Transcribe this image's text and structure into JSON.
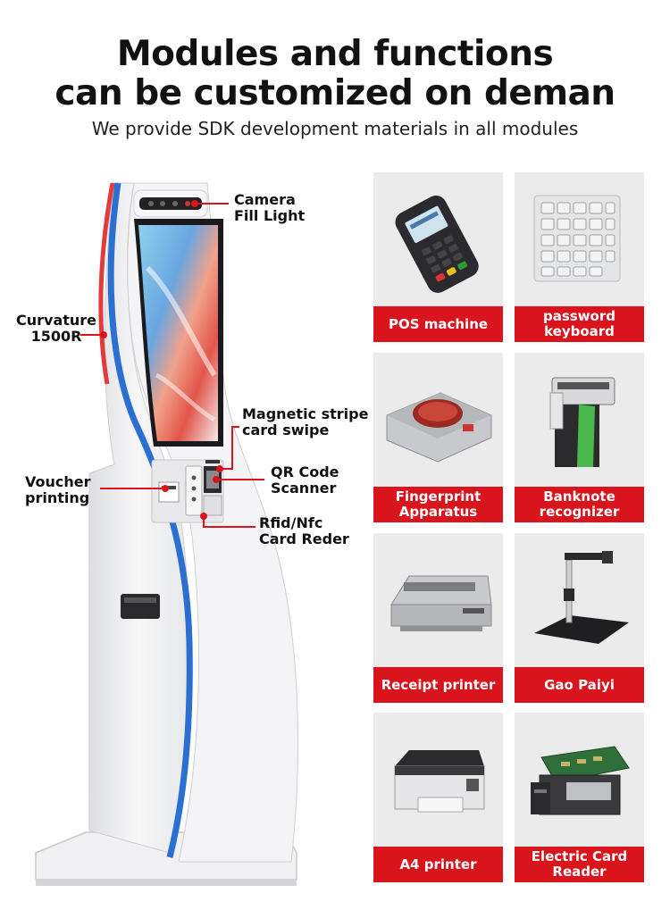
{
  "header": {
    "title_line1": "Modules and functions",
    "title_line2": "can be customized on deman",
    "subtitle": "We provide SDK development materials in all modules"
  },
  "callouts": {
    "camera": "Camera",
    "fill_light": "Fill Light",
    "curvature": "Curvature",
    "curvature_value": "1500R",
    "magnetic_line1": "Magnetic stripe",
    "magnetic_line2": "card swipe",
    "voucher_line1": "Voucher",
    "voucher_line2": "printing",
    "qr_line1": "QR Code",
    "qr_line2": "Scanner",
    "rfid_line1": "Rfid/Nfc",
    "rfid_line2": "Card Reder"
  },
  "modules": [
    {
      "label_line1": "POS machine",
      "label_line2": "",
      "icon": "pos-machine-icon"
    },
    {
      "label_line1": "password",
      "label_line2": "keyboard",
      "icon": "keypad-icon"
    },
    {
      "label_line1": "Fingerprint",
      "label_line2": "Apparatus",
      "icon": "fingerprint-reader-icon"
    },
    {
      "label_line1": "Banknote",
      "label_line2": "recognizer",
      "icon": "banknote-recognizer-icon"
    },
    {
      "label_line1": "Receipt printer",
      "label_line2": "",
      "icon": "receipt-printer-icon"
    },
    {
      "label_line1": "Gao Paiyi",
      "label_line2": "",
      "icon": "document-camera-icon"
    },
    {
      "label_line1": "A4 printer",
      "label_line2": "",
      "icon": "a4-printer-icon"
    },
    {
      "label_line1": "Electric Card",
      "label_line2": "Reader",
      "icon": "card-reader-icon"
    }
  ],
  "colors": {
    "accent_red": "#d9141c",
    "kiosk_blue": "#2a6fd1",
    "card_bg": "#ebebeb"
  }
}
